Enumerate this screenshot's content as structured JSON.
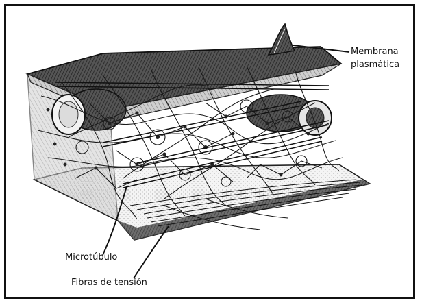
{
  "figure": {
    "labels": {
      "membrana_line1": "Membrana",
      "membrana_line2": "plasmática",
      "microtubulo": "Microtúbulo",
      "fibras": "Fibras de tensión"
    }
  }
}
